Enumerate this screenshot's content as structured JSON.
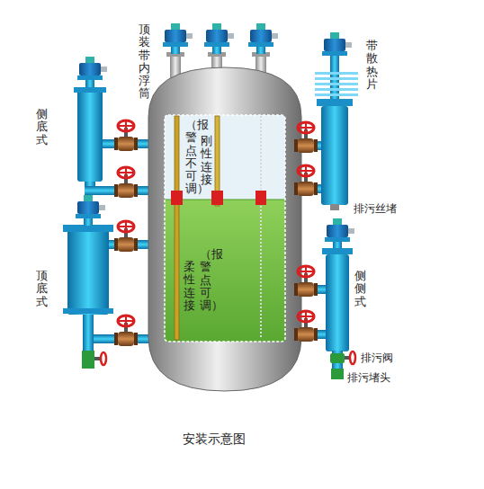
{
  "diagram": {
    "caption": "安装示意图",
    "labels": [
      "顶装带内浮筒",
      "带散热片",
      "侧底式",
      "（报警点不可调）",
      "刚性连接",
      "排污丝堵",
      "顶底式",
      "（报警点可调）",
      "柔性连接",
      "侧侧式",
      "排污阀",
      "排污堵头"
    ]
  }
}
